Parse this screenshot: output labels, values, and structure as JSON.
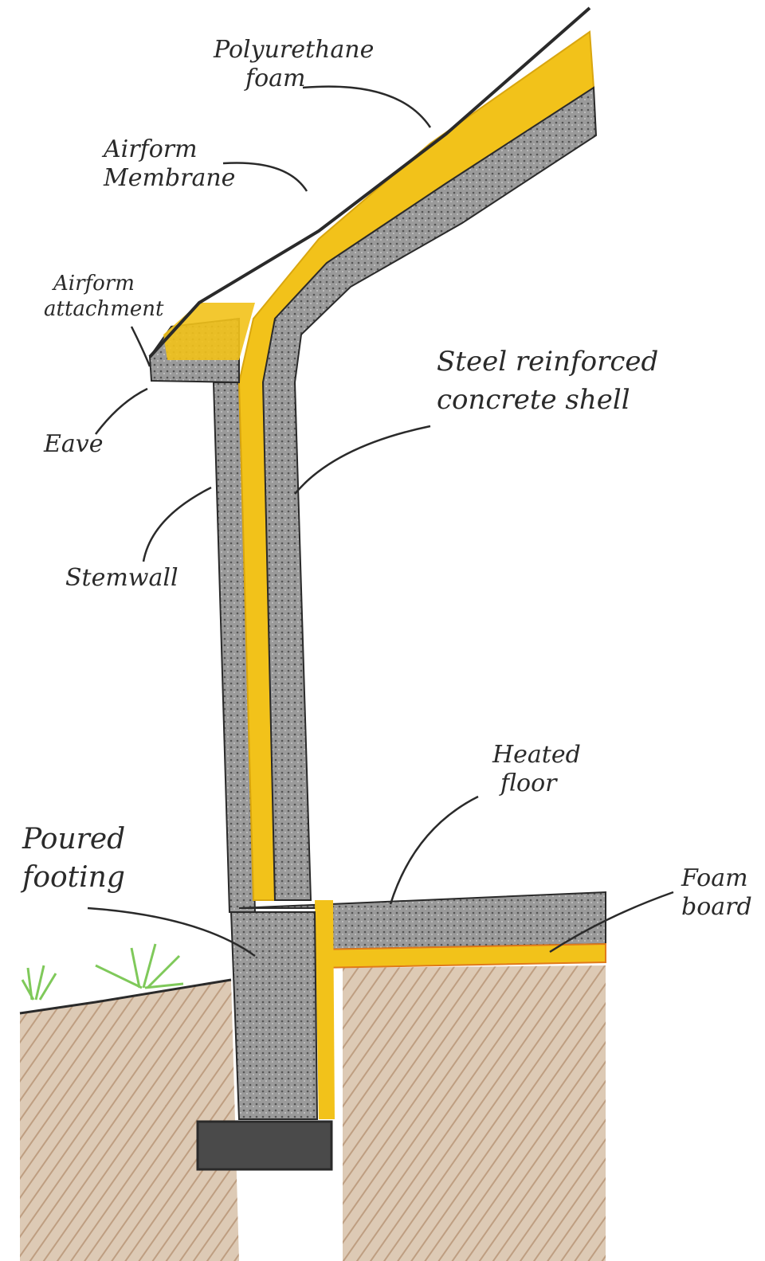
{
  "labels": {
    "polyurethane_foam": [
      "Polyurethane",
      "foam"
    ],
    "airform_membrane": [
      "Airform",
      "Membrane"
    ],
    "airform_attachment": [
      "Airform",
      "attachment"
    ],
    "eave": "Eave",
    "steel_shell": [
      "Steel reinforced",
      "concrete shell"
    ],
    "stemwall": "Stemwall",
    "heated_floor": [
      "Heated",
      "floor"
    ],
    "poured_footing": [
      "Poured",
      "footing"
    ],
    "foam_board": [
      "Foam",
      "board"
    ]
  },
  "colors": {
    "concrete": "#8a8a8a",
    "foam": "#f2c21a",
    "soil": "#a0714a",
    "grass": "#7fc95a",
    "ink": "#2a2a2a"
  }
}
